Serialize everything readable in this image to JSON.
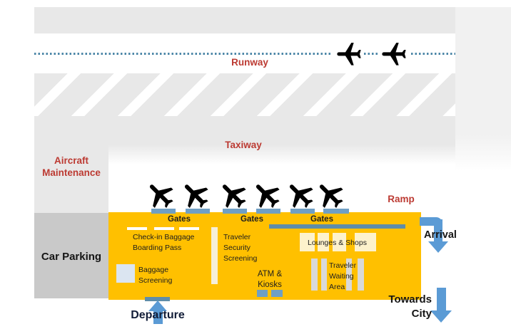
{
  "zones": {
    "runway": "Runway",
    "taxiway": "Taxiway",
    "ramp": "Ramp",
    "aircraft_maintenance": {
      "line1": "Aircraft",
      "line2": "Maintenance"
    },
    "car_parking": "Car Parking"
  },
  "terminal": {
    "gates": [
      "Gates",
      "Gates",
      "Gates"
    ],
    "checkin": {
      "line1": "Check-in Baggage",
      "line2": "Boarding Pass"
    },
    "security": {
      "line1": "Traveler",
      "line2": "Security",
      "line3": "Screening"
    },
    "lounges": "Lounges & Shops",
    "baggage_screening": {
      "line1": "Baggage",
      "line2": "Screening"
    },
    "atm": {
      "line1": "ATM &",
      "line2": "Kiosks"
    },
    "waiting": {
      "line1": "Traveler",
      "line2": "Waiting",
      "line3": "Area"
    }
  },
  "flows": {
    "arrival": "Arrival",
    "departure": "Departure",
    "towards_city": {
      "line1": "Towards",
      "line2": "City"
    }
  },
  "icons": {
    "runway_airplanes": 2,
    "gate_airplanes": 6
  },
  "colors": {
    "terminal_yellow": "#ffc000",
    "zone_gray": "#e8e8e8",
    "parking_gray": "#c9c9c9",
    "label_red": "#bc3a32",
    "arrow_blue": "#5b9bd5",
    "gate_bar_blue": "#6f9fc4",
    "walkway_bar_blue": "#5f8da9",
    "runway_centerline_blue": "#4d87a8",
    "lounge_cream": "#fdf2cc",
    "waiting_bar_gray": "#d9d9d9",
    "baggage_box_blue": "#dbe5f1"
  }
}
